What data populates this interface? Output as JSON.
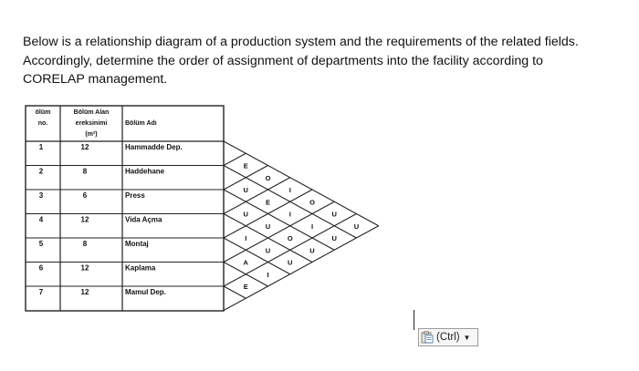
{
  "question": {
    "lines": [
      "Below is a relationship diagram of a production system and the requirements of the related fields.",
      "Accordingly, determine the order of assignment of departments into the facility according to",
      "CORELAP management."
    ]
  },
  "table": {
    "headers": {
      "col1": [
        "ölüm",
        "no."
      ],
      "col2": [
        "Bölüm Alan",
        "ereksinimi",
        "(m²)"
      ],
      "col3": "Bölüm Adı"
    },
    "rows": [
      {
        "no": "1",
        "area": "12",
        "name": "Hammadde Dep."
      },
      {
        "no": "2",
        "area": "8",
        "name": "Haddehane"
      },
      {
        "no": "3",
        "area": "6",
        "name": "Press"
      },
      {
        "no": "4",
        "area": "12",
        "name": "Vida Açma"
      },
      {
        "no": "5",
        "area": "8",
        "name": "Montaj"
      },
      {
        "no": "6",
        "area": "12",
        "name": "Kaplama"
      },
      {
        "no": "7",
        "area": "12",
        "name": "Mamul Dep."
      }
    ]
  },
  "relationships": [
    {
      "pair": "1-2",
      "code": "E"
    },
    {
      "pair": "1-3",
      "code": "O"
    },
    {
      "pair": "1-4",
      "code": "I"
    },
    {
      "pair": "1-5",
      "code": "O"
    },
    {
      "pair": "1-6",
      "code": "U"
    },
    {
      "pair": "1-7",
      "code": "U"
    },
    {
      "pair": "2-3",
      "code": "U"
    },
    {
      "pair": "2-4",
      "code": "E"
    },
    {
      "pair": "2-5",
      "code": "I"
    },
    {
      "pair": "2-6",
      "code": "I"
    },
    {
      "pair": "2-7",
      "code": "U"
    },
    {
      "pair": "3-4",
      "code": "U"
    },
    {
      "pair": "3-5",
      "code": "U"
    },
    {
      "pair": "3-6",
      "code": "O"
    },
    {
      "pair": "3-7",
      "code": "U"
    },
    {
      "pair": "4-5",
      "code": "I"
    },
    {
      "pair": "4-6",
      "code": "U"
    },
    {
      "pair": "4-7",
      "code": "U"
    },
    {
      "pair": "5-6",
      "code": "A"
    },
    {
      "pair": "5-7",
      "code": "I"
    },
    {
      "pair": "6-7",
      "code": "E"
    }
  ],
  "paste_options": {
    "label": "(Ctrl)",
    "icon": "clipboard-icon"
  }
}
